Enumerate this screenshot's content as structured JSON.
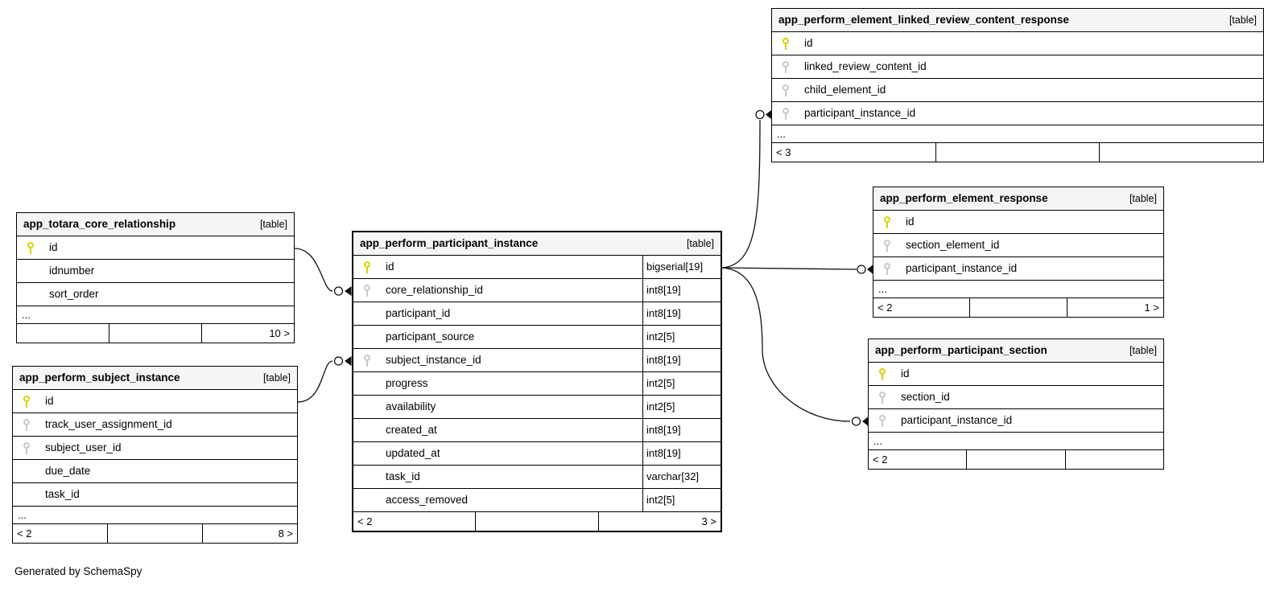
{
  "footer_note": "Generated by SchemaSpy",
  "colors": {
    "pk_key": "#d9d400",
    "fk_key": "#c9c9c9",
    "header_bg": "#f5f5f5",
    "border": "#000000"
  },
  "icons": {
    "pk": "primary-key-icon",
    "fk": "foreign-key-icon"
  },
  "tables": [
    {
      "name": "app_totara_core_relationship",
      "tag": "[table]",
      "ellipsis": "...",
      "columns": [
        {
          "name": "id",
          "key": "pk"
        },
        {
          "name": "idnumber",
          "key": ""
        },
        {
          "name": "sort_order",
          "key": ""
        }
      ],
      "footer": [
        "",
        "",
        "10 >"
      ]
    },
    {
      "name": "app_perform_subject_instance",
      "tag": "[table]",
      "ellipsis": "...",
      "columns": [
        {
          "name": "id",
          "key": "pk"
        },
        {
          "name": "track_user_assignment_id",
          "key": "fk"
        },
        {
          "name": "subject_user_id",
          "key": "fk"
        },
        {
          "name": "due_date",
          "key": ""
        },
        {
          "name": "task_id",
          "key": ""
        }
      ],
      "footer": [
        "< 2",
        "",
        "8 >"
      ]
    },
    {
      "name": "app_perform_participant_instance",
      "tag": "[table]",
      "columns": [
        {
          "name": "id",
          "key": "pk",
          "type": "bigserial[19]"
        },
        {
          "name": "core_relationship_id",
          "key": "fk",
          "type": "int8[19]"
        },
        {
          "name": "participant_id",
          "key": "",
          "type": "int8[19]"
        },
        {
          "name": "participant_source",
          "key": "",
          "type": "int2[5]"
        },
        {
          "name": "subject_instance_id",
          "key": "fk",
          "type": "int8[19]"
        },
        {
          "name": "progress",
          "key": "",
          "type": "int2[5]"
        },
        {
          "name": "availability",
          "key": "",
          "type": "int2[5]"
        },
        {
          "name": "created_at",
          "key": "",
          "type": "int8[19]"
        },
        {
          "name": "updated_at",
          "key": "",
          "type": "int8[19]"
        },
        {
          "name": "task_id",
          "key": "",
          "type": "varchar[32]"
        },
        {
          "name": "access_removed",
          "key": "",
          "type": "int2[5]"
        }
      ],
      "footer": [
        "< 2",
        "",
        "3 >"
      ]
    },
    {
      "name": "app_perform_element_linked_review_content_response",
      "tag": "[table]",
      "ellipsis": "...",
      "columns": [
        {
          "name": "id",
          "key": "pk"
        },
        {
          "name": "linked_review_content_id",
          "key": "fk"
        },
        {
          "name": "child_element_id",
          "key": "fk"
        },
        {
          "name": "participant_instance_id",
          "key": "fk"
        }
      ],
      "footer": [
        "< 3",
        "",
        ""
      ]
    },
    {
      "name": "app_perform_element_response",
      "tag": "[table]",
      "ellipsis": "...",
      "columns": [
        {
          "name": "id",
          "key": "pk"
        },
        {
          "name": "section_element_id",
          "key": "fk"
        },
        {
          "name": "participant_instance_id",
          "key": "fk"
        }
      ],
      "footer": [
        "< 2",
        "",
        "1 >"
      ]
    },
    {
      "name": "app_perform_participant_section",
      "tag": "[table]",
      "ellipsis": "...",
      "columns": [
        {
          "name": "id",
          "key": "pk"
        },
        {
          "name": "section_id",
          "key": "fk"
        },
        {
          "name": "participant_instance_id",
          "key": "fk"
        }
      ],
      "footer": [
        "< 2",
        "",
        ""
      ]
    }
  ],
  "relationships": [
    {
      "from": "app_totara_core_relationship.id",
      "to": "app_perform_participant_instance.core_relationship_id"
    },
    {
      "from": "app_perform_subject_instance.id",
      "to": "app_perform_participant_instance.subject_instance_id"
    },
    {
      "from": "app_perform_participant_instance.id",
      "to": "app_perform_element_linked_review_content_response.participant_instance_id"
    },
    {
      "from": "app_perform_participant_instance.id",
      "to": "app_perform_element_response.participant_instance_id"
    },
    {
      "from": "app_perform_participant_instance.id",
      "to": "app_perform_participant_section.participant_instance_id"
    }
  ]
}
